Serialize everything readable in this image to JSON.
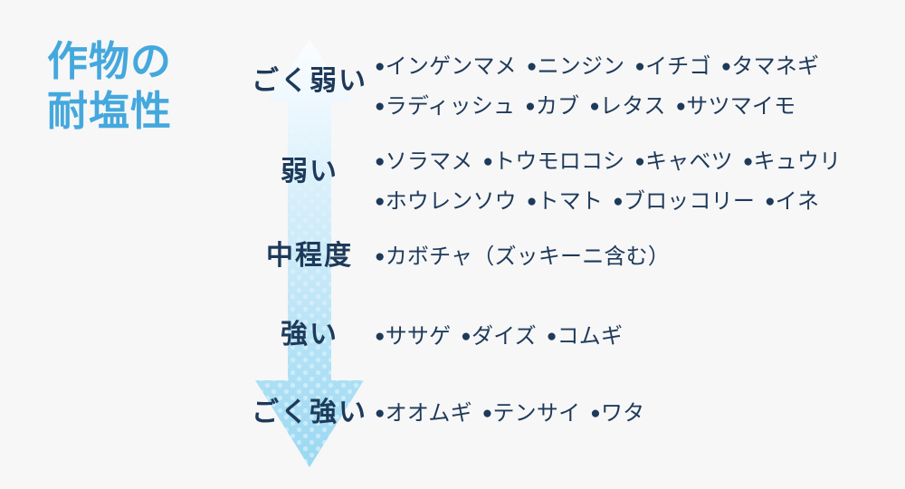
{
  "title": "作物の\n耐塩性",
  "colors": {
    "background": "#f7f7f7",
    "title": "#44a8dd",
    "text": "#1e3a5a",
    "arrow_top": "#f2fafe",
    "arrow_bottom": "#9ad8f2",
    "halftone_dot": "#6cc6e8"
  },
  "arrow": {
    "name": "downward-gradient-arrow",
    "direction": "down",
    "meaning": "salt tolerance increases downward"
  },
  "tiers": [
    {
      "label": "ごく弱い",
      "lines": [
        [
          "インゲンマメ",
          "ニンジン",
          "イチゴ",
          "タマネギ"
        ],
        [
          "ラディッシュ",
          "カブ",
          "レタス",
          "サツマイモ"
        ]
      ]
    },
    {
      "label": "弱い",
      "lines": [
        [
          "ソラマメ",
          "トウモロコシ",
          "キャベツ",
          "キュウリ"
        ],
        [
          "ホウレンソウ",
          "トマト",
          "ブロッコリー",
          "イネ"
        ]
      ]
    },
    {
      "label": "中程度",
      "lines": [
        [
          "カボチャ（ズッキーニ含む）"
        ]
      ]
    },
    {
      "label": "強い",
      "lines": [
        [
          "ササゲ",
          "ダイズ",
          "コムギ"
        ]
      ]
    },
    {
      "label": "ごく強い",
      "lines": [
        [
          "オオムギ",
          "テンサイ",
          "ワタ"
        ]
      ]
    }
  ],
  "bullet": "●"
}
